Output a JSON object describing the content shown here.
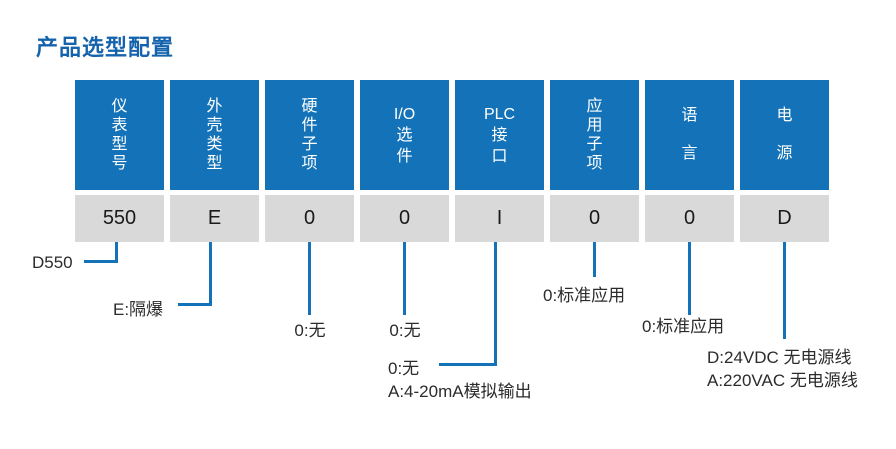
{
  "page": {
    "title": "产品选型配置"
  },
  "colors": {
    "accent_blue": "#1473b8",
    "title_blue": "#1463ac",
    "value_bg": "#d9d9d9",
    "text_dark": "#2b2b2b"
  },
  "columns": [
    {
      "name": "instrument-model",
      "header_lines": [
        "仪",
        "表",
        "型",
        "号"
      ],
      "value": "550"
    },
    {
      "name": "enclosure-type",
      "header_lines": [
        "外",
        "壳",
        "类",
        "型"
      ],
      "value": "E"
    },
    {
      "name": "hardware-subitem",
      "header_lines": [
        "硬",
        "件",
        "子",
        "项"
      ],
      "value": "0"
    },
    {
      "name": "io-option",
      "header_lines": [
        "I/O",
        "选",
        "件"
      ],
      "value": "0"
    },
    {
      "name": "plc-interface",
      "header_lines": [
        "PLC",
        "接",
        "口"
      ],
      "value": "I"
    },
    {
      "name": "application-subitem",
      "header_lines": [
        "应",
        "用",
        "子",
        "项"
      ],
      "value": "0"
    },
    {
      "name": "language",
      "header_lines": [
        "语",
        "言"
      ],
      "value": "0"
    },
    {
      "name": "power",
      "header_lines": [
        "电",
        "源"
      ],
      "value": "D"
    }
  ],
  "callouts": {
    "model": "D550",
    "enclosure": "E:隔爆",
    "hardware": "0:无",
    "io": "0:无",
    "plc_line1": "0:无",
    "plc_line2": "A:4-20mA模拟输出",
    "application": "0:标准应用",
    "language": "0:标准应用",
    "power_line1": "D:24VDC 无电源线",
    "power_line2": "A:220VAC 无电源线"
  }
}
